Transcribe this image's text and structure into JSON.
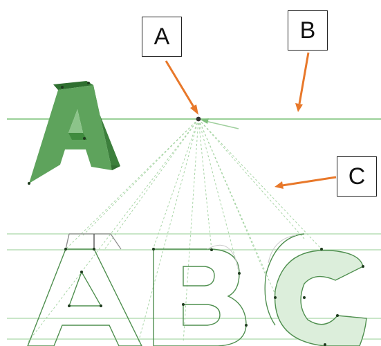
{
  "callouts": {
    "a": {
      "label": "A"
    },
    "b": {
      "label": "B"
    },
    "c": {
      "label": "C"
    }
  },
  "colors": {
    "horizon": "#8cc98a",
    "solid_letter": "#4e9a4e",
    "outline": "#4f8f4f",
    "arrow": "#e8782a",
    "guide": "#a8d5a6"
  }
}
